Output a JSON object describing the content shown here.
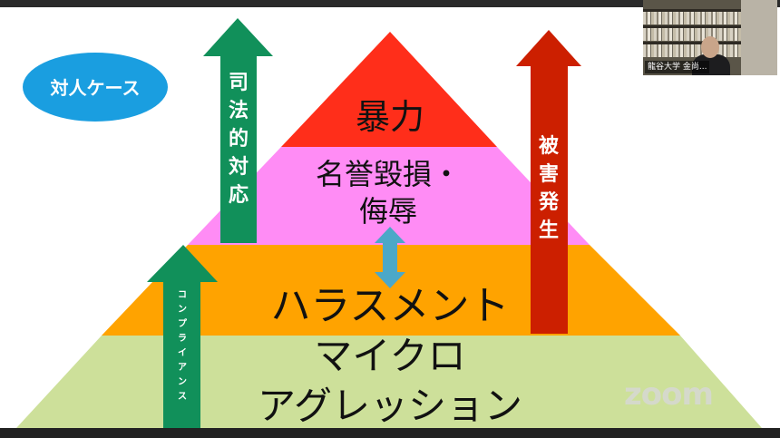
{
  "slide": {
    "bubble_label": "対人ケース",
    "layers": {
      "top": "暴力",
      "second_line1": "名誉毀損・",
      "second_line2": "侮辱",
      "third": "ハラスメント",
      "bottom_line1": "マイクロ",
      "bottom_line2": "アグレッション"
    },
    "arrows": {
      "legal": "司法的対応",
      "damage": "被害発生",
      "compliance": "コンプライアンス"
    }
  },
  "participant": {
    "name": "龍谷大学 金尚..."
  },
  "watermark": "zoom",
  "colors": {
    "layer_top": "#ff2e1a",
    "layer_second": "#ff8cf5",
    "layer_third": "#ffa300",
    "layer_bottom": "#cde09a",
    "arrow_green": "#11905a",
    "arrow_red": "#cc1f00",
    "bubble_blue": "#1a9ee0",
    "double_arrow": "#4ba8c8"
  }
}
